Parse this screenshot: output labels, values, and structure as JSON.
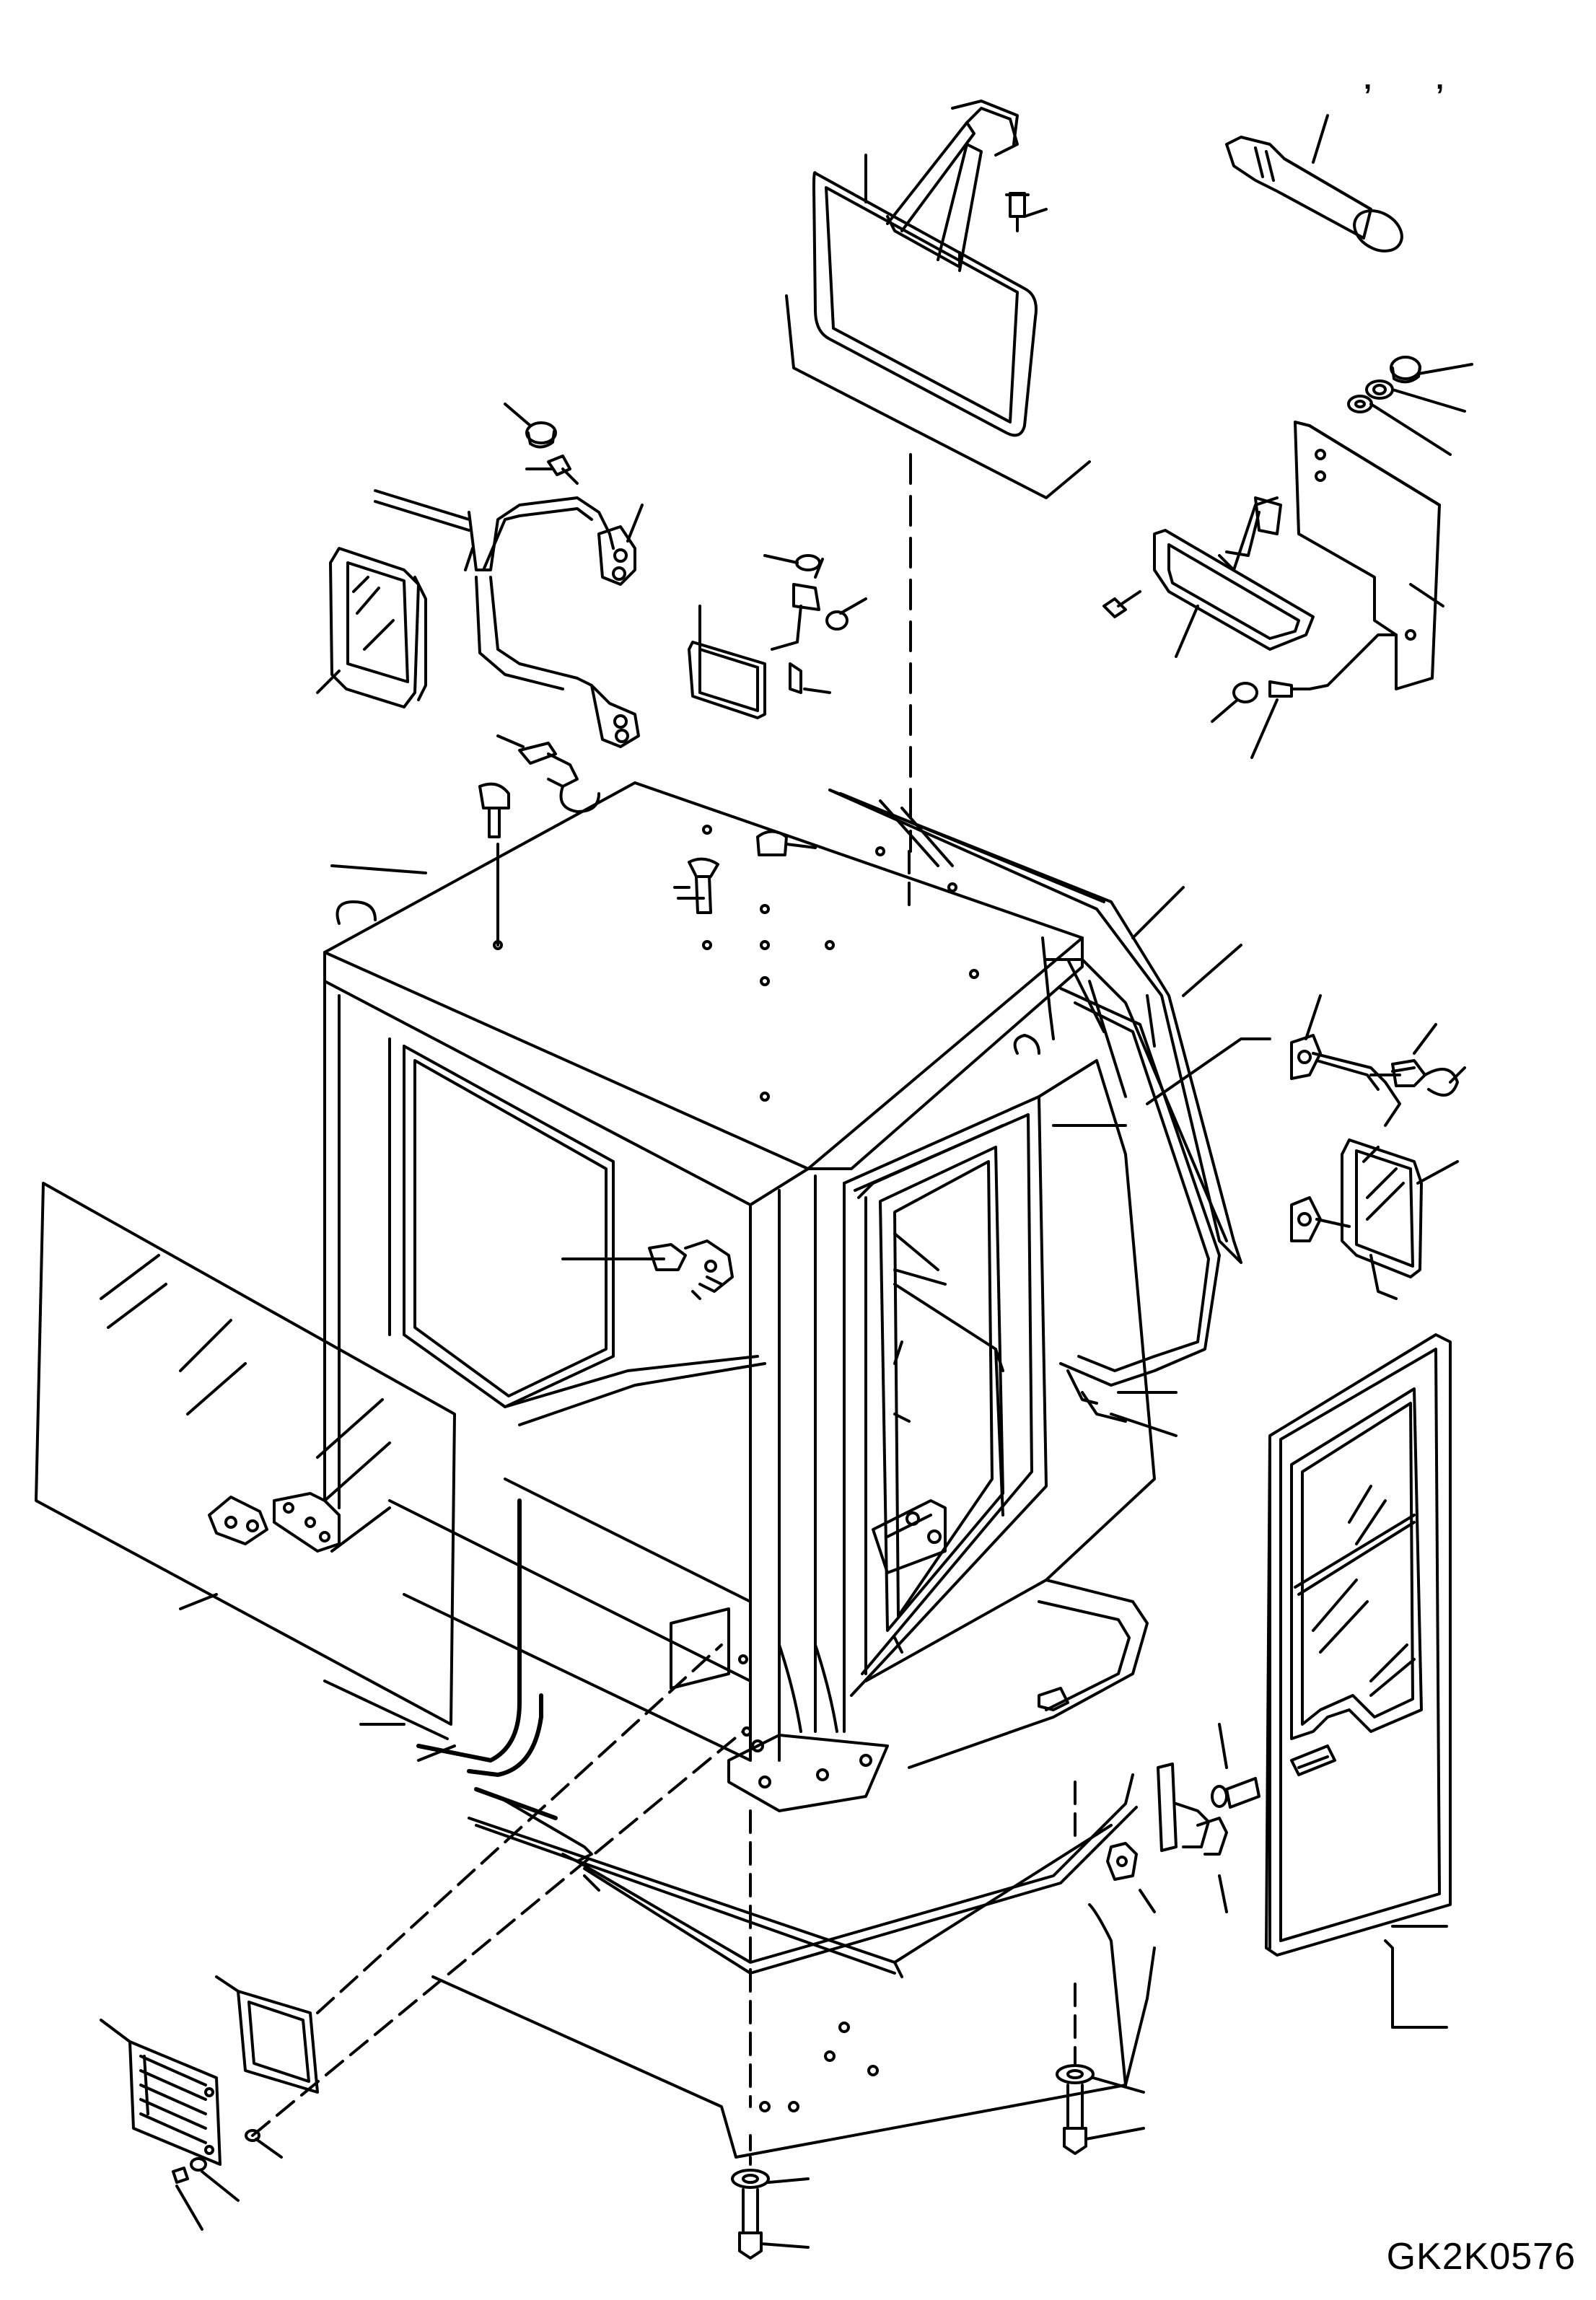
{
  "drawing_code": "GK2K0576",
  "header_marks": [
    ",",
    ","
  ],
  "colors": {
    "line": "#000000",
    "background": "#ffffff"
  },
  "parts": [
    "sun-visor",
    "sealant-tube",
    "cap-nut",
    "nut",
    "washer",
    "mirror-stay-plate",
    "rear-mirror",
    "mirror-bolt",
    "mirror-stay",
    "side-mirror-left",
    "small-mirror",
    "lifting-eye-bolt",
    "cab-structure",
    "roof-bolt",
    "roof-plug",
    "rear-glass",
    "glass-seal",
    "side-mirror-right",
    "front-glass",
    "lock-bracket",
    "weather-strip",
    "vent-gasket",
    "vent-louver",
    "screw",
    "floor-seal",
    "door-assembly",
    "door-striker",
    "mount-bolt",
    "mount-washer"
  ]
}
